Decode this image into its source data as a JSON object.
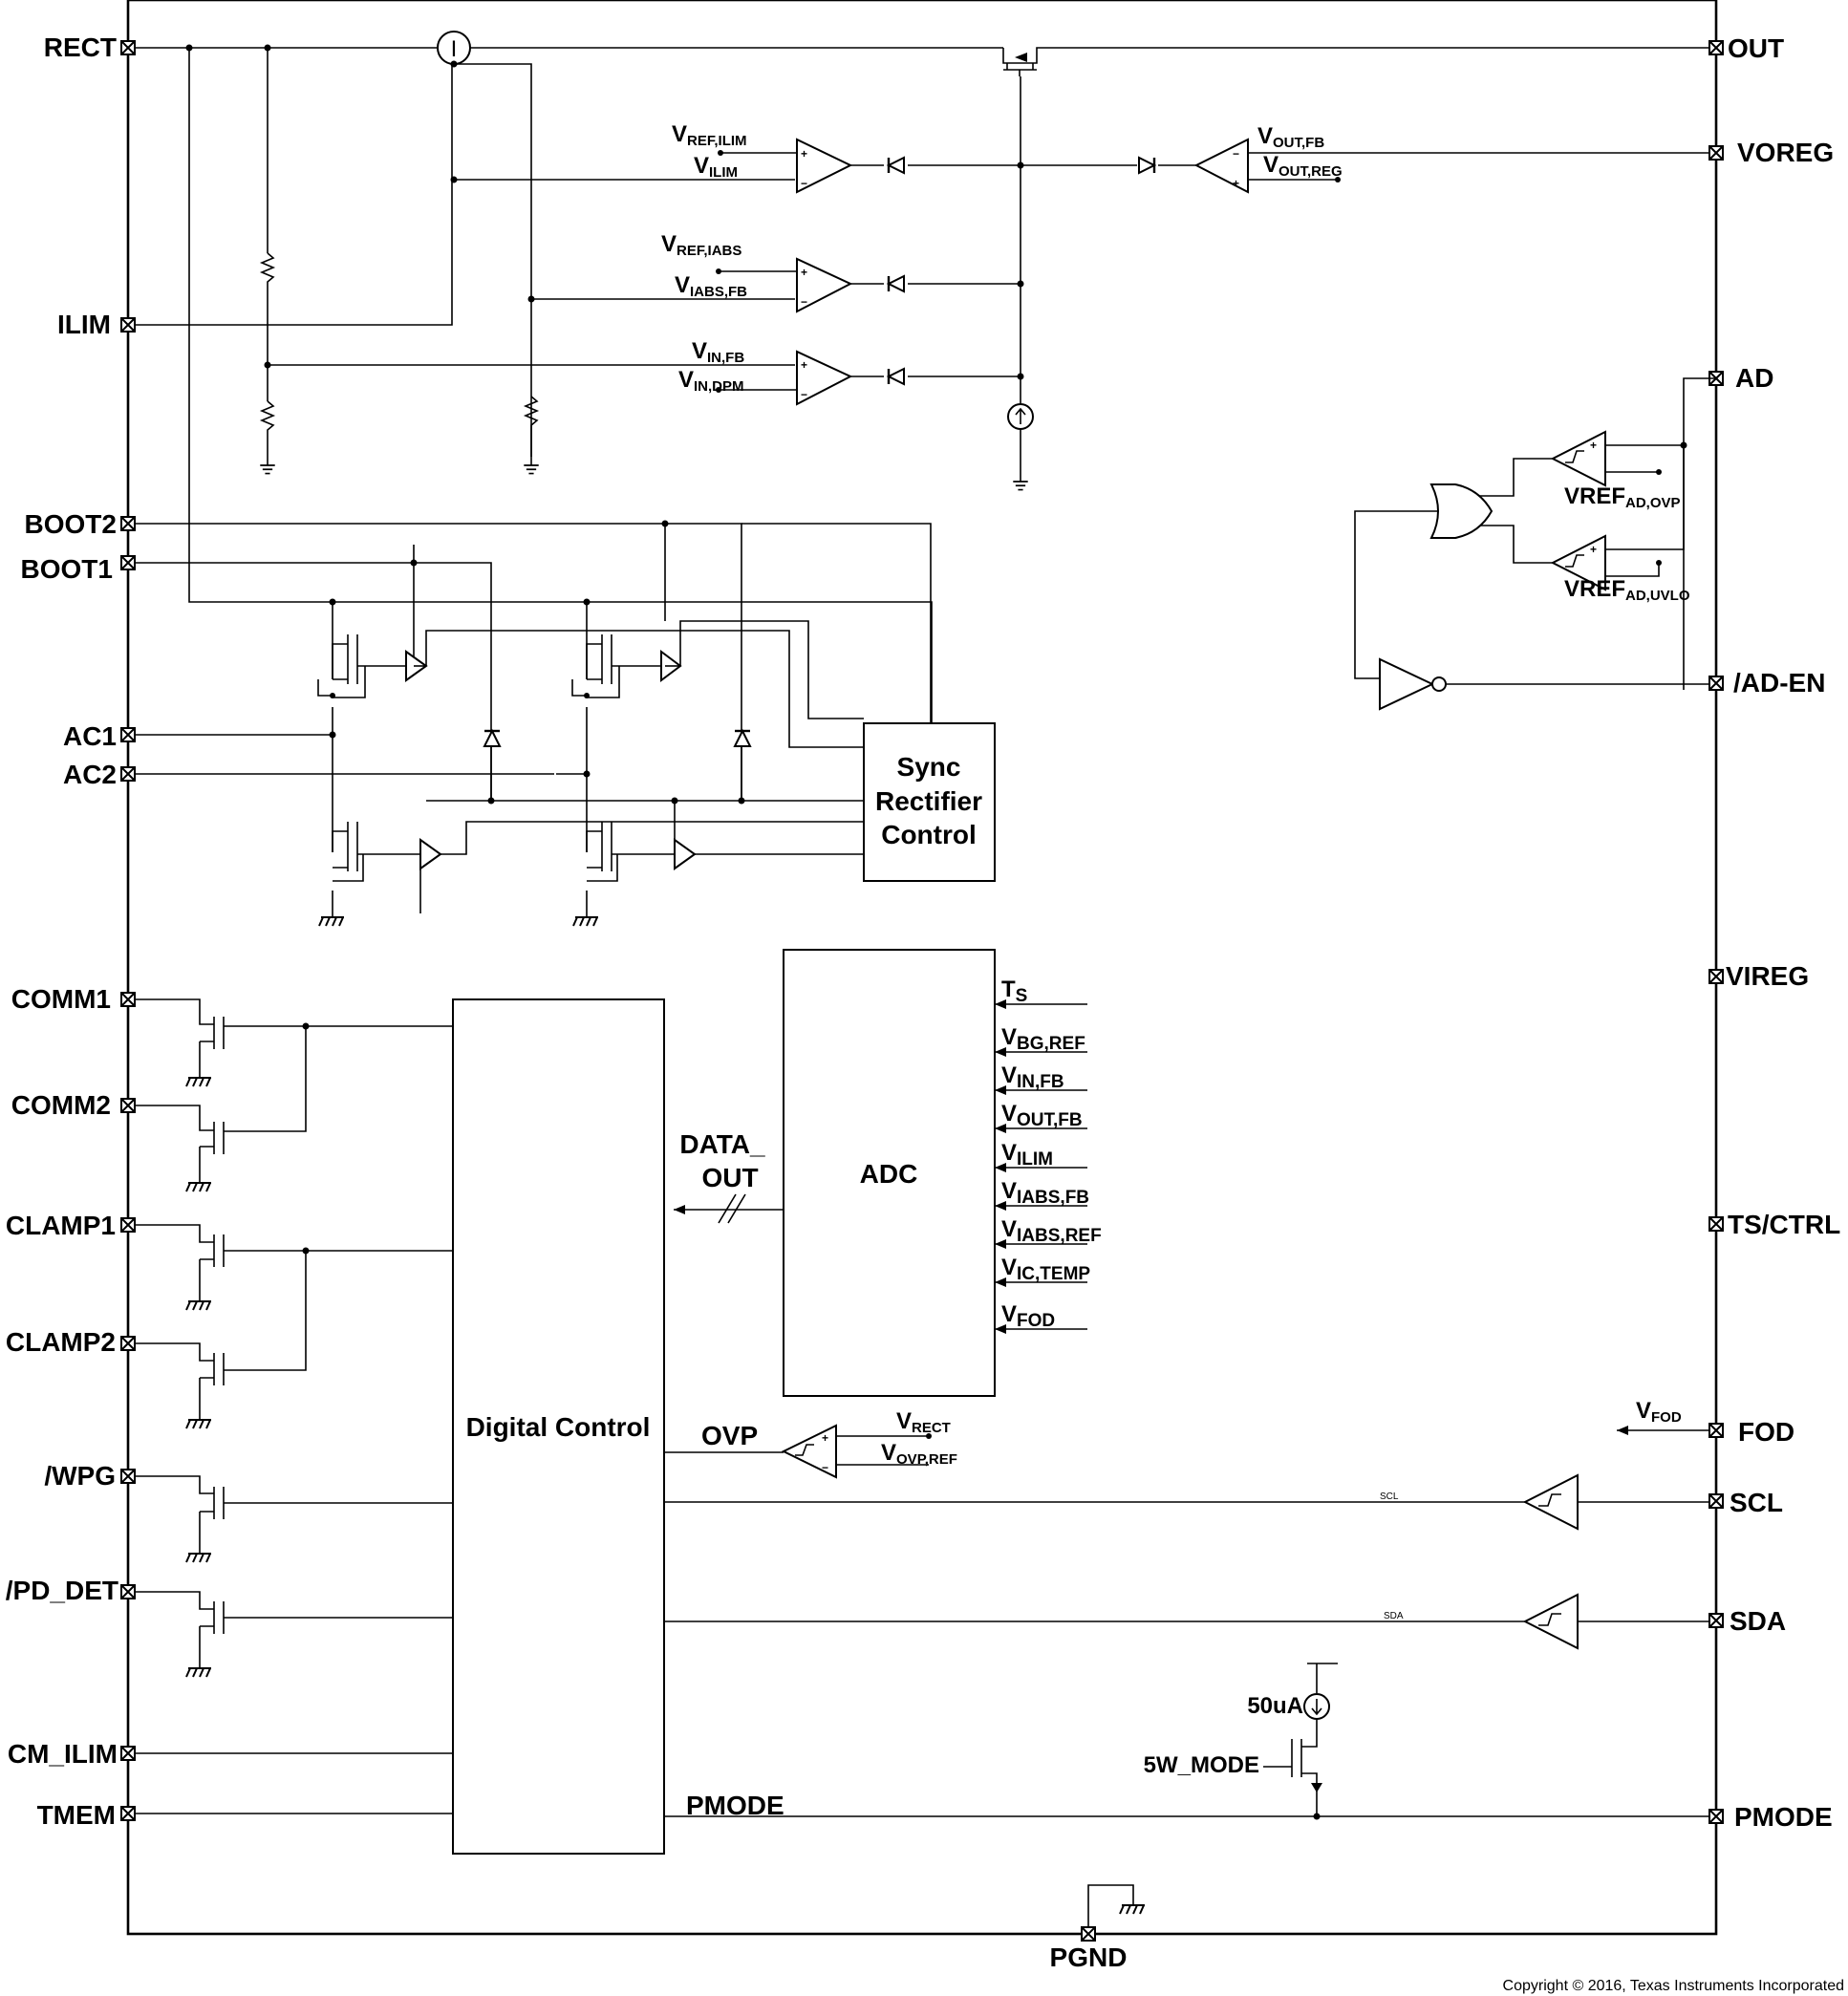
{
  "pins_left": {
    "rect": "RECT",
    "ilim": "ILIM",
    "boot2": "BOOT2",
    "boot1": "BOOT1",
    "ac1": "AC1",
    "ac2": "AC2",
    "comm1": "COMM1",
    "comm2": "COMM2",
    "clamp1": "CLAMP1",
    "clamp2": "CLAMP2",
    "wpg": "/WPG",
    "pd_det": "/PD_DET",
    "cm_ilim": "CM_ILIM",
    "tmem": "TMEM"
  },
  "pins_right": {
    "out": "OUT",
    "voreg": "VOREG",
    "ad": "AD",
    "ad_en": "/AD-EN",
    "vireg": "VIREG",
    "ts_ctrl": "TS/CTRL",
    "fod": "FOD",
    "scl": "SCL",
    "sda": "SDA",
    "pmode": "PMODE"
  },
  "pin_bottom": {
    "pgnd": "PGND"
  },
  "blocks": {
    "sync": [
      "Sync",
      "Rectifier",
      "Control"
    ],
    "adc": "ADC",
    "digital": "Digital Control"
  },
  "regulation": {
    "vref_ilim": {
      "main": "V",
      "sub": "REF,ILIM"
    },
    "vilim": {
      "main": "V",
      "sub": "ILIM"
    },
    "vref_iabs": {
      "main": "V",
      "sub": "REF,IABS"
    },
    "viabs_fb": {
      "main": "V",
      "sub": "IABS,FB"
    },
    "vin_fb": {
      "main": "V",
      "sub": "IN,FB"
    },
    "vin_dpm": {
      "main": "V",
      "sub": "IN,DPM"
    },
    "vout_fb": {
      "main": "V",
      "sub": "OUT,FB"
    },
    "vout_reg": {
      "main": "V",
      "sub": "OUT,REG"
    },
    "current_sense": "I"
  },
  "ad_compare": {
    "vref_ovp": {
      "main": "VREF",
      "sub": "AD,OVP"
    },
    "vref_uvlo": {
      "main": "VREF",
      "sub": "AD,UVLO"
    }
  },
  "adc_inputs": [
    {
      "main": "T",
      "sub": "S"
    },
    {
      "main": "V",
      "sub": "BG,REF"
    },
    {
      "main": "V",
      "sub": "IN,FB"
    },
    {
      "main": "V",
      "sub": "OUT,FB"
    },
    {
      "main": "V",
      "sub": "ILIM"
    },
    {
      "main": "V",
      "sub": "IABS,FB"
    },
    {
      "main": "V",
      "sub": "IABS,REF"
    },
    {
      "main": "V",
      "sub": "IC,TEMP"
    },
    {
      "main": "V",
      "sub": "FOD"
    }
  ],
  "data_out": [
    "DATA_",
    "OUT"
  ],
  "ovp": {
    "label": "OVP",
    "vrect": {
      "main": "V",
      "sub": "RECT"
    },
    "vovp_ref": {
      "main": "V",
      "sub": "OVP,REF"
    }
  },
  "fod_in": {
    "main": "V",
    "sub": "FOD"
  },
  "bus": {
    "scl": "SCL",
    "sda": "SDA"
  },
  "pmode": {
    "net": "PMODE",
    "current": "50uA",
    "mode": "5W_MODE"
  },
  "polarity": {
    "plus": "+",
    "minus": "−"
  },
  "copyright": "Copyright © 2016, Texas Instruments Incorporated"
}
